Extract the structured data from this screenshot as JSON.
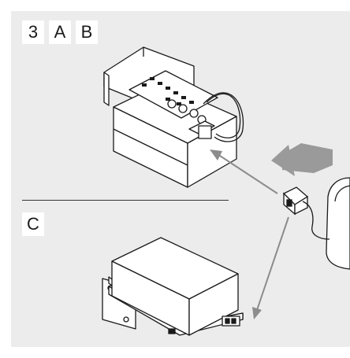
{
  "step_number": "3",
  "labels": {
    "a": "A",
    "b": "B",
    "c": "C"
  },
  "colors": {
    "background": "#ececec",
    "label_box": "#ffffff",
    "arrow": "#8c8c8c",
    "line": "#1a1a1a"
  },
  "icons": [
    "driver-box-icon",
    "connector-plug-icon",
    "insert-arrow-icon",
    "lamp-housing-icon"
  ]
}
